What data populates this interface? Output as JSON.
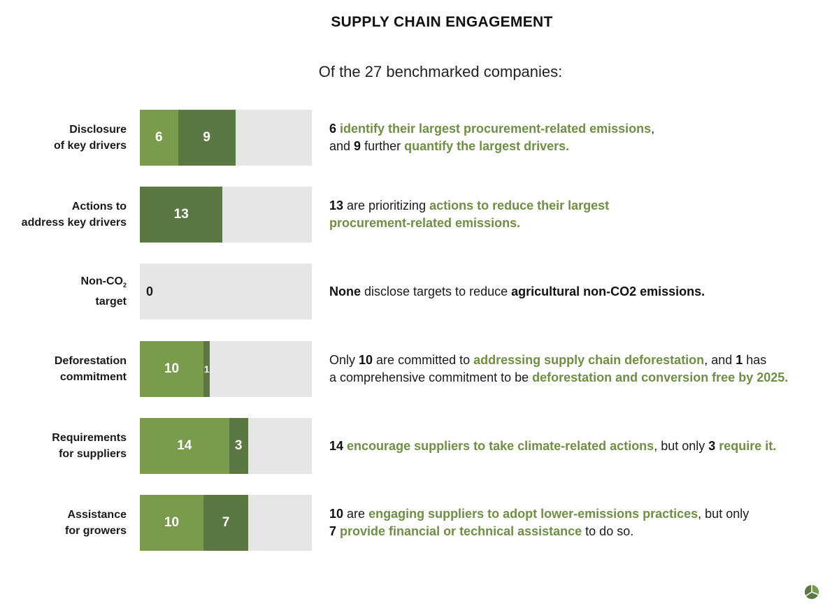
{
  "header": {
    "title": "SUPPLY CHAIN ENGAGEMENT",
    "subtitle": "Of the 27 benchmarked companies:"
  },
  "colors": {
    "light_green": "#7b9b4c",
    "dark_green": "#5b7842",
    "track_gray": "#e6e6e7",
    "text_green": "#6f8f45"
  },
  "chart_data": {
    "type": "bar",
    "orientation": "horizontal",
    "stacked": true,
    "total": 27,
    "categories": [
      "Disclosure of key drivers",
      "Actions to address key drivers",
      "Non-CO2 target",
      "Deforestation commitment",
      "Requirements for suppliers",
      "Assistance for growers"
    ],
    "rows": [
      {
        "label_lines": [
          "Disclosure",
          "of key drivers"
        ],
        "segments": [
          {
            "value": 6,
            "tone": "light"
          },
          {
            "value": 9,
            "tone": "dark"
          }
        ],
        "desc_lines": [
          [
            {
              "t": "6 ",
              "s": "k"
            },
            {
              "t": "identify their largest procurement-related emissions",
              "s": "g"
            },
            {
              "t": ",",
              "s": ""
            }
          ],
          [
            {
              "t": "and ",
              "s": ""
            },
            {
              "t": "9",
              "s": "k"
            },
            {
              "t": " further ",
              "s": ""
            },
            {
              "t": "quantify the largest drivers.",
              "s": "g"
            }
          ]
        ]
      },
      {
        "label_lines": [
          "Actions to",
          "address key drivers"
        ],
        "segments": [
          {
            "value": 13,
            "tone": "dark"
          }
        ],
        "desc_lines": [
          [
            {
              "t": "13",
              "s": "k"
            },
            {
              "t": " are prioritizing ",
              "s": ""
            },
            {
              "t": "actions to reduce their largest",
              "s": "g"
            }
          ],
          [
            {
              "t": "procurement-related emissions.",
              "s": "g"
            }
          ]
        ]
      },
      {
        "label_lines": [
          "Non-CO",
          "target"
        ],
        "label_sub": "2",
        "segments": [],
        "zero_label": "0",
        "desc_lines": [
          [
            {
              "t": "None",
              "s": "k"
            },
            {
              "t": " disclose targets to reduce ",
              "s": ""
            },
            {
              "t": "agricultural non-CO2 emissions.",
              "s": "k"
            }
          ]
        ]
      },
      {
        "label_lines": [
          "Deforestation",
          "commitment"
        ],
        "segments": [
          {
            "value": 10,
            "tone": "light"
          },
          {
            "value": 1,
            "tone": "dark"
          }
        ],
        "desc_lines": [
          [
            {
              "t": "Only ",
              "s": ""
            },
            {
              "t": "10",
              "s": "k"
            },
            {
              "t": " are committed to ",
              "s": ""
            },
            {
              "t": "addressing supply chain deforestation",
              "s": "g"
            },
            {
              "t": ", and ",
              "s": ""
            },
            {
              "t": "1",
              "s": "k"
            },
            {
              "t": " has",
              "s": ""
            }
          ],
          [
            {
              "t": "a comprehensive commitment to be ",
              "s": ""
            },
            {
              "t": "deforestation and conversion free by 2025.",
              "s": "g"
            }
          ]
        ]
      },
      {
        "label_lines": [
          "Requirements",
          "for suppliers"
        ],
        "segments": [
          {
            "value": 14,
            "tone": "light"
          },
          {
            "value": 3,
            "tone": "dark"
          }
        ],
        "desc_lines": [
          [
            {
              "t": "14",
              "s": "k"
            },
            {
              "t": " ",
              "s": ""
            },
            {
              "t": "encourage suppliers to take climate-related actions",
              "s": "g"
            },
            {
              "t": ", but only ",
              "s": ""
            },
            {
              "t": "3",
              "s": "k"
            },
            {
              "t": " ",
              "s": ""
            },
            {
              "t": "require it.",
              "s": "g"
            }
          ]
        ]
      },
      {
        "label_lines": [
          "Assistance",
          "for growers"
        ],
        "segments": [
          {
            "value": 10,
            "tone": "light"
          },
          {
            "value": 7,
            "tone": "dark"
          }
        ],
        "desc_lines": [
          [
            {
              "t": "10",
              "s": "k"
            },
            {
              "t": " are ",
              "s": ""
            },
            {
              "t": "engaging suppliers to adopt lower-emissions practices",
              "s": "g"
            },
            {
              "t": ", but only",
              "s": ""
            }
          ],
          [
            {
              "t": "7",
              "s": "k"
            },
            {
              "t": " ",
              "s": ""
            },
            {
              "t": "provide financial or technical assistance",
              "s": "g"
            },
            {
              "t": " to do so.",
              "s": ""
            }
          ]
        ]
      }
    ]
  }
}
